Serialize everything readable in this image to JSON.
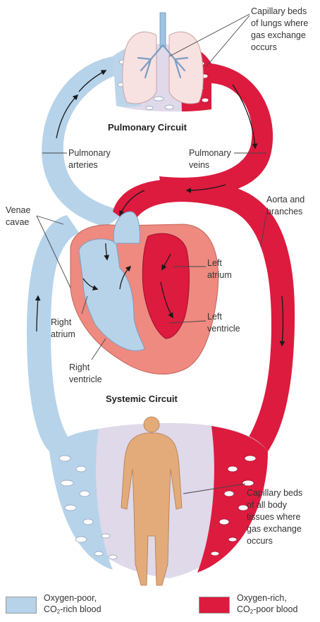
{
  "colors": {
    "oxygen_poor": "#b6d3ea",
    "oxygen_rich": "#dc1b3e",
    "capillary_mix": "#dfd9ea",
    "heart_tissue": "#ee8a80",
    "lungs": "#f8e1e1",
    "body": "#e3ab7a"
  },
  "titles": {
    "pulmonary": "Pulmonary Circuit",
    "systemic": "Systemic Circuit"
  },
  "labels": {
    "capillary_lungs": [
      "Capillary beds",
      "of lungs where",
      "gas exchange",
      "occurs"
    ],
    "pulmonary_arteries": [
      "Pulmonary",
      "arteries"
    ],
    "pulmonary_veins": [
      "Pulmonary",
      "veins"
    ],
    "aorta": [
      "Aorta and",
      "branches"
    ],
    "venae_cavae": [
      "Venae",
      "cavae"
    ],
    "left_atrium": [
      "Left",
      "atrium"
    ],
    "left_ventricle": [
      "Left",
      "ventricle"
    ],
    "right_atrium": [
      "Right",
      "atrium"
    ],
    "right_ventricle": [
      "Right",
      "ventricle"
    ],
    "capillary_body": [
      "Capillary beds",
      "of all body",
      "tissues where",
      "gas exchange",
      "occurs"
    ]
  },
  "legend": {
    "oxygen_poor": {
      "line1": "Oxygen-poor,",
      "line2_prefix": "CO",
      "line2_sub": "2",
      "line2_suffix": "-rich blood"
    },
    "oxygen_rich": {
      "line1": "Oxygen-rich,",
      "line2_prefix": "CO",
      "line2_sub": "2",
      "line2_suffix": "-poor blood"
    }
  }
}
